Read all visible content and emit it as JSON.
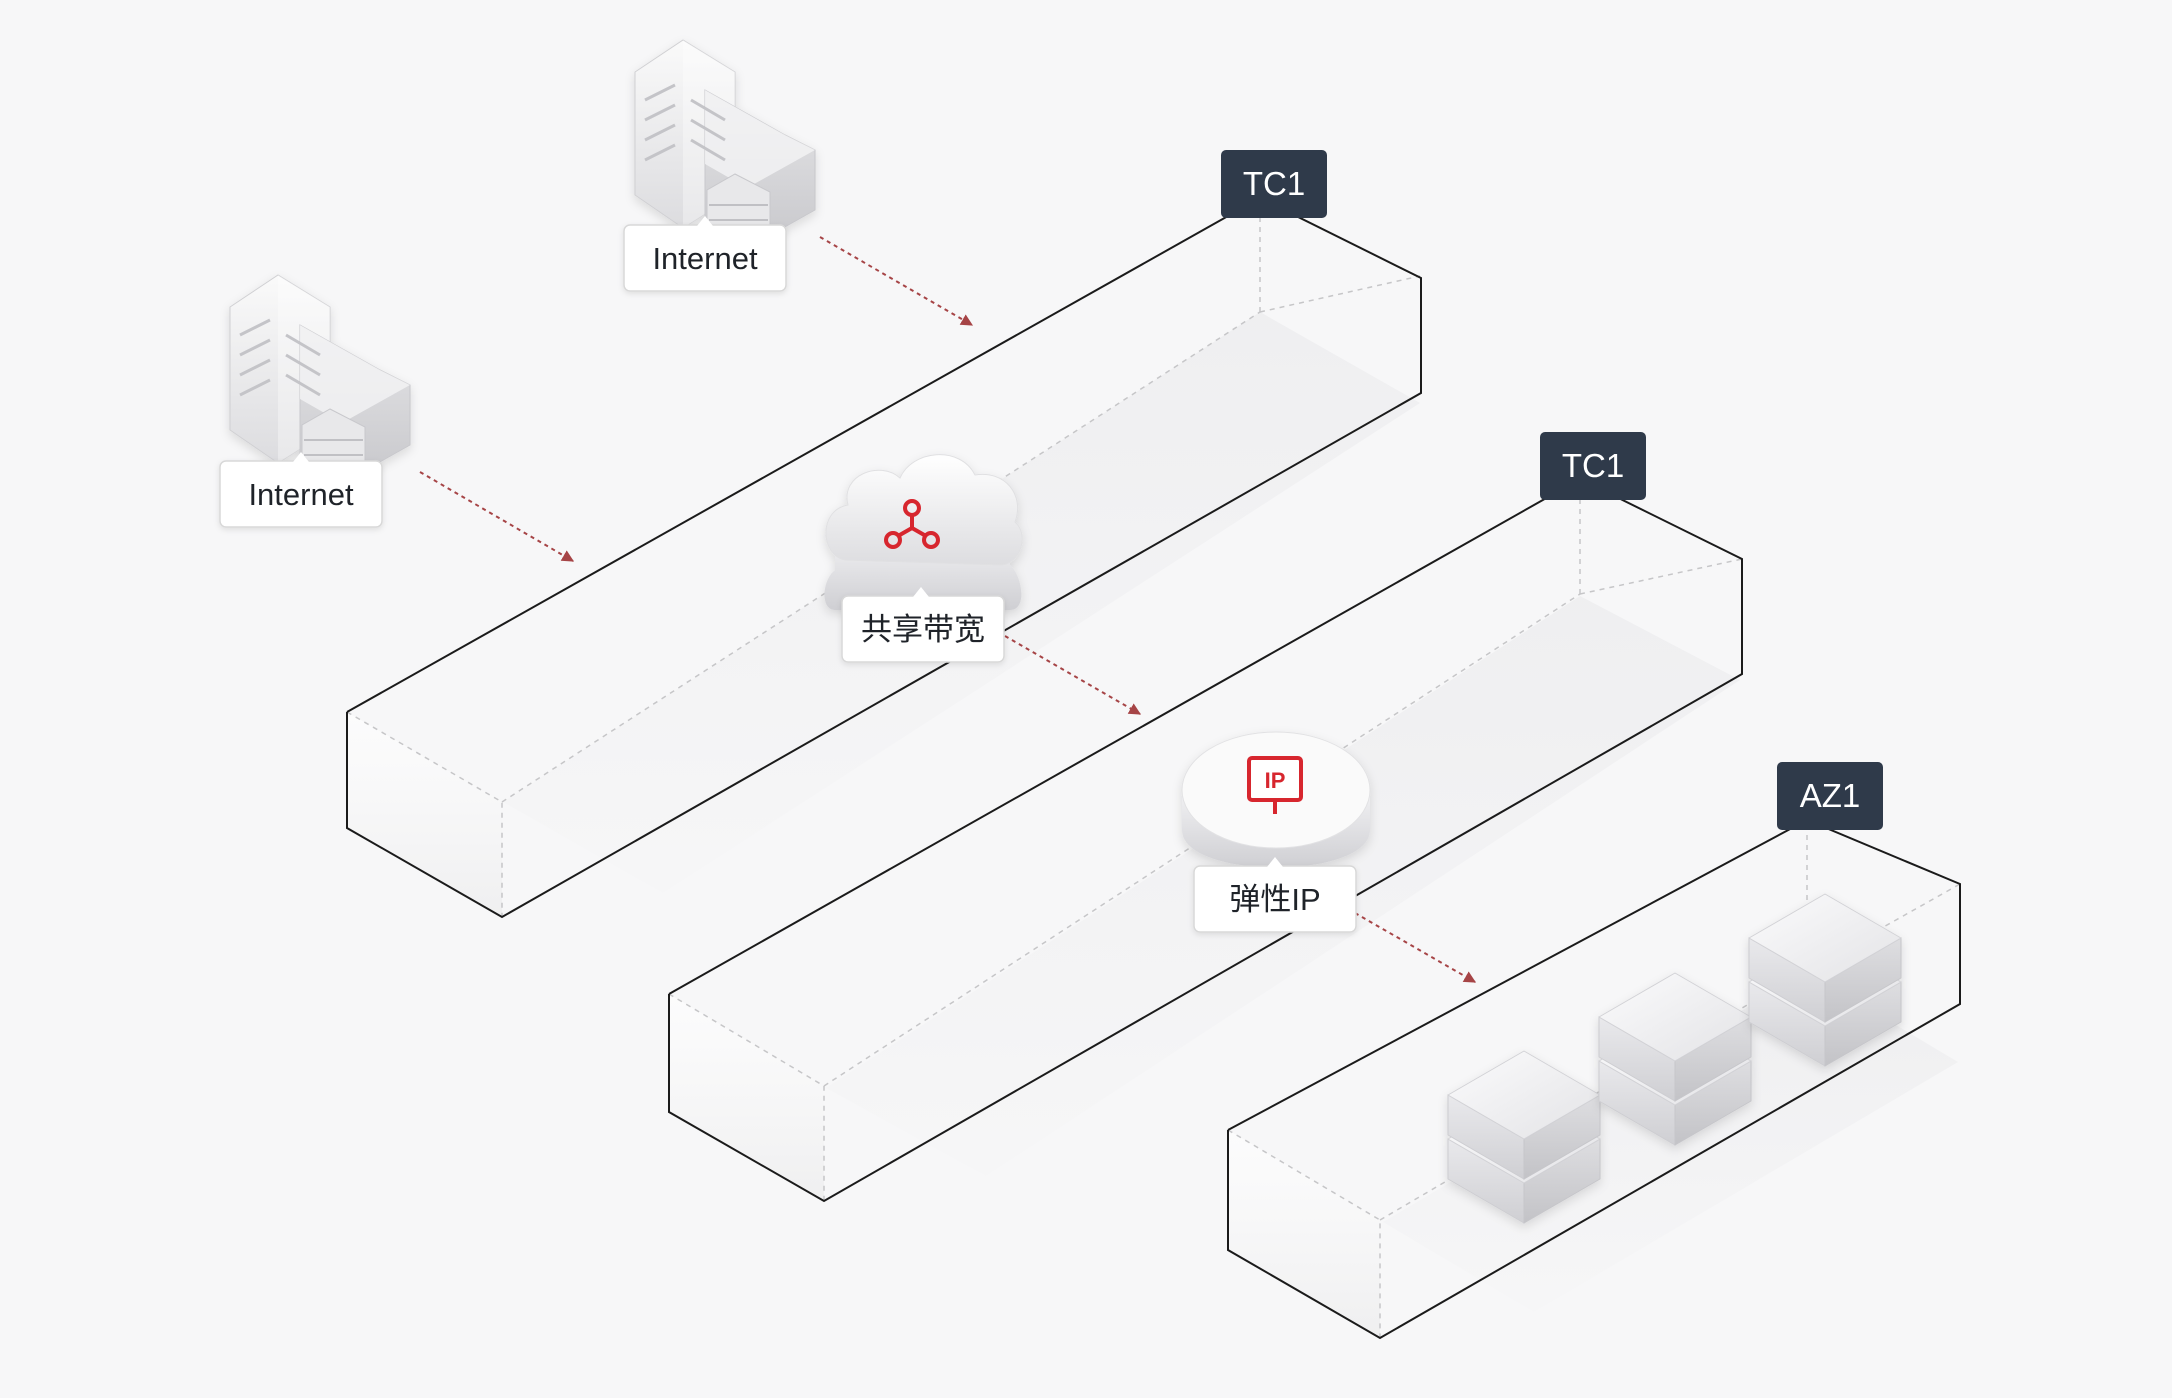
{
  "zones": [
    {
      "id": "zone-top",
      "tag": "TC1"
    },
    {
      "id": "zone-middle",
      "tag": "TC1"
    },
    {
      "id": "zone-bottom",
      "tag": "AZ1"
    }
  ],
  "nodes": {
    "internet_top": {
      "label": "Internet"
    },
    "internet_left": {
      "label": "Internet"
    },
    "shared_bandwidth": {
      "label": "共享带宽"
    },
    "elastic_ip": {
      "label": "弹性IP",
      "icon_text": "IP"
    }
  },
  "servers": [
    {
      "name": "server-1"
    },
    {
      "name": "server-2"
    },
    {
      "name": "server-3"
    }
  ],
  "colors": {
    "background": "#f7f7f8",
    "tag_background": "#2f3a4a",
    "tag_text": "#ffffff",
    "accent_red": "#d7252d",
    "arrow": "#a64446",
    "box_stroke": "#1b1b1b",
    "label_border": "#d8d8d8"
  },
  "icons": {
    "zone_tag": "tag-badge",
    "building": "office-building-icon",
    "cloud": "cloud-network-icon",
    "ip_disk": "elastic-ip-icon",
    "server": "server-stack-icon"
  }
}
